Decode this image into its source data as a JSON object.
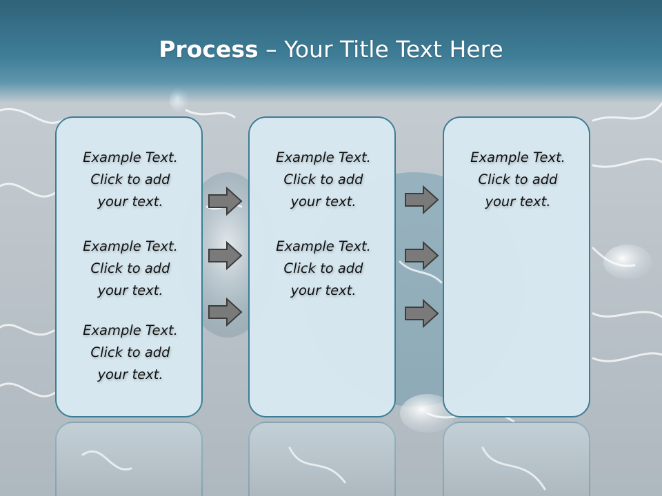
{
  "slide": {
    "title_bold": "Process",
    "title_rest": " – Your Title Text Here",
    "accent_color": "#3d7c95",
    "header_color": "#2f6379",
    "box_fill": "#d7e8f0",
    "arrow_color": "#7a7a7a"
  },
  "columns": [
    {
      "items": [
        {
          "line1": "Example Text.",
          "line2": "Click  to add",
          "line3": "your text."
        },
        {
          "line1": "Example Text.",
          "line2": "Click  to add",
          "line3": "your text."
        },
        {
          "line1": "Example Text.",
          "line2": "Click  to add",
          "line3": "your text."
        }
      ]
    },
    {
      "items": [
        {
          "line1": "Example Text.",
          "line2": "Click  to add",
          "line3": "your text."
        },
        {
          "line1": "Example Text.",
          "line2": "Click  to add",
          "line3": "your text."
        }
      ]
    },
    {
      "items": [
        {
          "line1": "Example Text.",
          "line2": "Click  to add",
          "line3": "your text."
        }
      ]
    }
  ],
  "arrows": {
    "icon": "right-arrow-icon"
  }
}
